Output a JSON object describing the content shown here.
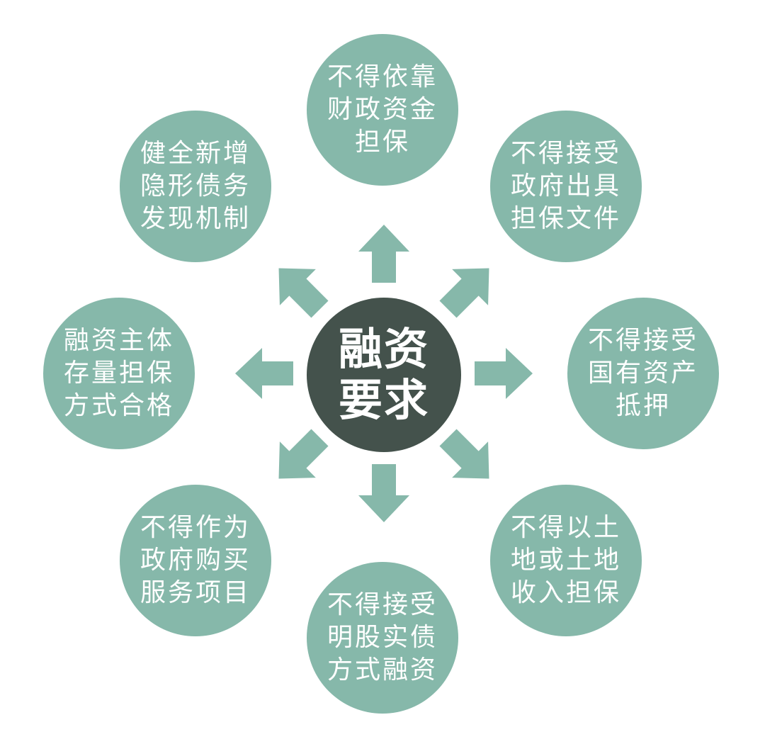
{
  "colors": {
    "node_fill": "#86b8aa",
    "center_fill": "#44524c",
    "arrow_fill": "#86b8aa",
    "text": "#ffffff"
  },
  "center": {
    "lines": [
      "融资",
      "要求"
    ]
  },
  "nodes": [
    {
      "id": "top",
      "lines": [
        "不得依靠",
        "财政资金",
        "担保"
      ]
    },
    {
      "id": "top-right",
      "lines": [
        "不得接受",
        "政府出具",
        "担保文件"
      ]
    },
    {
      "id": "right",
      "lines": [
        "不得接受",
        "国有资产",
        "抵押"
      ]
    },
    {
      "id": "bottom-right",
      "lines": [
        "不得以土",
        "地或土地",
        "收入担保"
      ]
    },
    {
      "id": "bottom",
      "lines": [
        "不得接受",
        "明股实债",
        "方式融资"
      ]
    },
    {
      "id": "bottom-left",
      "lines": [
        "不得作为",
        "政府购买",
        "服务项目"
      ]
    },
    {
      "id": "left",
      "lines": [
        "融资主体",
        "存量担保",
        "方式合格"
      ]
    },
    {
      "id": "top-left",
      "lines": [
        "健全新增",
        "隐形债务",
        "发现机制"
      ]
    }
  ]
}
